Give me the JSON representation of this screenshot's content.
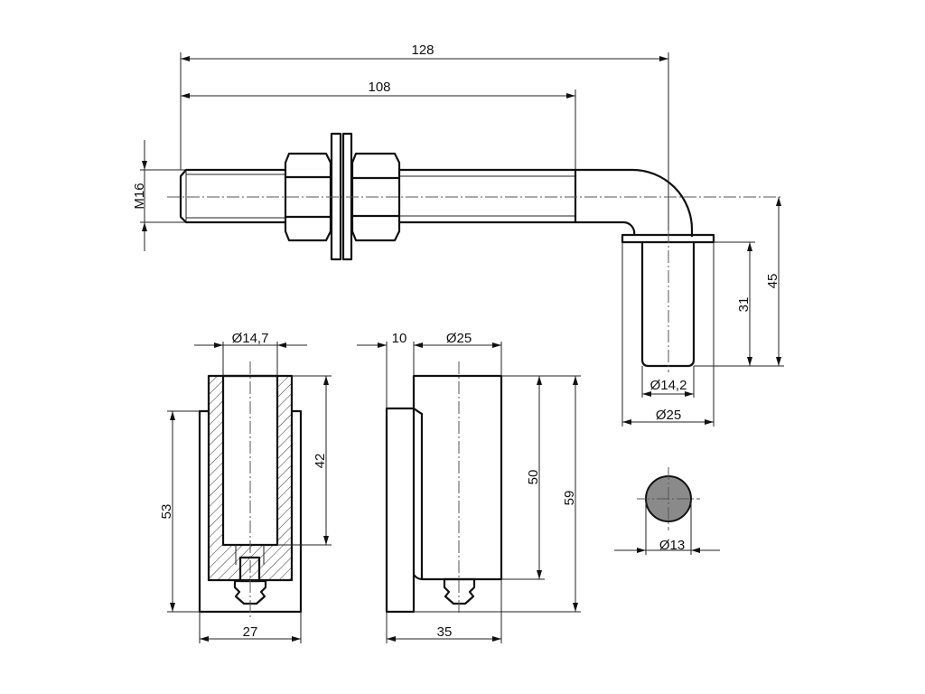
{
  "drawing": {
    "dimensions": {
      "overall_length": "128",
      "thread_length": "108",
      "thread_size": "M16",
      "pin_height_total": "45",
      "pin_length": "31",
      "pin_diameter": "Ø14,2",
      "flange_diameter": "Ø25",
      "bore_diameter": "Ø14,7",
      "bore_depth": "42",
      "housing_height": "53",
      "housing_width": "27",
      "plate_thickness": "10",
      "body_diameter": "Ø25",
      "body_height": "50",
      "total_height": "59",
      "total_width": "35",
      "ball_diameter": "Ø13"
    },
    "colors": {
      "line": "#111111",
      "ball_fill": "#8a8a8a"
    }
  }
}
